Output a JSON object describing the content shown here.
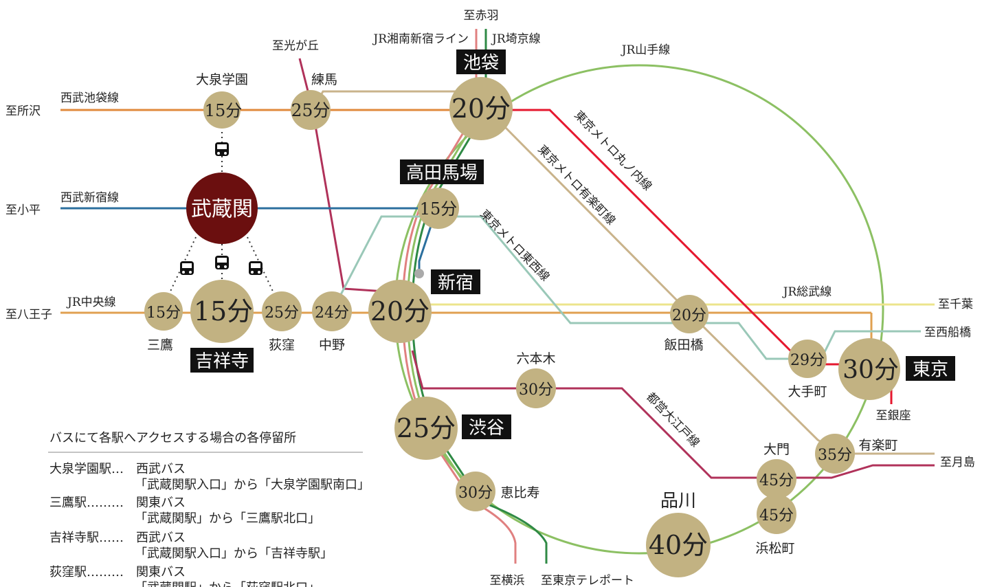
{
  "origin": {
    "name": "武蔵関"
  },
  "lines": {
    "seibu_ikebukuro": "西武池袋線",
    "seibu_shinjuku": "西武新宿線",
    "jr_chuo": "JR中央線",
    "jr_shonan": "JR湘南新宿ライン",
    "jr_saikyo": "JR埼京線",
    "jr_yamanote": "JR山手線",
    "jr_sobu": "JR総武線",
    "marunouchi": "東京メトロ丸ノ内線",
    "yurakucho": "東京メトロ有楽町線",
    "tozai": "東京メトロ東西線",
    "oedo": "都営大江戸線"
  },
  "directions": {
    "tokorozawa": "至所沢",
    "kodaira": "至小平",
    "hachioji": "至八王子",
    "hikarigaoka": "至光が丘",
    "akabane": "至赤羽",
    "chiba": "至千葉",
    "nishifunabashi": "至西船橋",
    "ginza": "至銀座",
    "tsukishima": "至月島",
    "yokohama": "至横浜",
    "teleport": "至東京テレポート"
  },
  "stations": {
    "oizumi": {
      "name": "大泉学園",
      "time": "15分"
    },
    "nerima": {
      "name": "練馬",
      "time": "25分"
    },
    "ikebukuro": {
      "name": "池袋",
      "time": "20分"
    },
    "takadanobaba": {
      "name": "高田馬場",
      "time": "15分"
    },
    "shinjuku": {
      "name": "新宿",
      "time": "20分"
    },
    "mitaka": {
      "name": "三鷹",
      "time": "15分"
    },
    "kichijoji": {
      "name": "吉祥寺",
      "time": "15分"
    },
    "ogikubo": {
      "name": "荻窪",
      "time": "25分"
    },
    "nakano": {
      "name": "中野",
      "time": "24分"
    },
    "iidabashi": {
      "name": "飯田橋",
      "time": "20分"
    },
    "otemachi": {
      "name": "大手町",
      "time": "29分"
    },
    "tokyo": {
      "name": "東京",
      "time": "30分"
    },
    "roppongi": {
      "name": "六本木",
      "time": "30分"
    },
    "shibuya": {
      "name": "渋谷",
      "time": "25分"
    },
    "ebisu": {
      "name": "恵比寿",
      "time": "30分"
    },
    "yurakucho": {
      "name": "有楽町",
      "time": "35分"
    },
    "daimon": {
      "name": "大門",
      "time": "45分"
    },
    "hamamatsucho": {
      "name": "浜松町",
      "time": "45分"
    },
    "shinagawa": {
      "name": "品川",
      "time": "40分"
    }
  },
  "bus_info": {
    "title": "バスにて各駅へアクセスする場合の各停留所",
    "rows": [
      {
        "station": "大泉学園駅…",
        "company": "西武バス",
        "detail": "「武蔵関駅入口」から「大泉学園駅南口」"
      },
      {
        "station": "三鷹駅………",
        "company": "関東バス",
        "detail": "「武蔵関駅」から「三鷹駅北口」"
      },
      {
        "station": "吉祥寺駅……",
        "company": "西武バス",
        "detail": "「武蔵関駅入口」から「吉祥寺駅」"
      },
      {
        "station": "荻窪駅………",
        "company": "関東バス",
        "detail": "「武蔵関駅」から「荻窪駅北口」"
      }
    ]
  },
  "colors": {
    "bubble": "#c2b282",
    "origin": "#6b0f0f",
    "seibu_ikebukuro": "#e08a3c",
    "seibu_shinjuku": "#2b6f9e",
    "chuo": "#e0a050",
    "yamanote": "#8cc063",
    "sobu": "#ece48c",
    "marunouchi": "#e5172e",
    "yurakucho": "#c9b38b",
    "tozai": "#9ac8b8",
    "oedo": "#b0325a",
    "saikyo": "#2f8a45",
    "shonan": "#e08080"
  }
}
